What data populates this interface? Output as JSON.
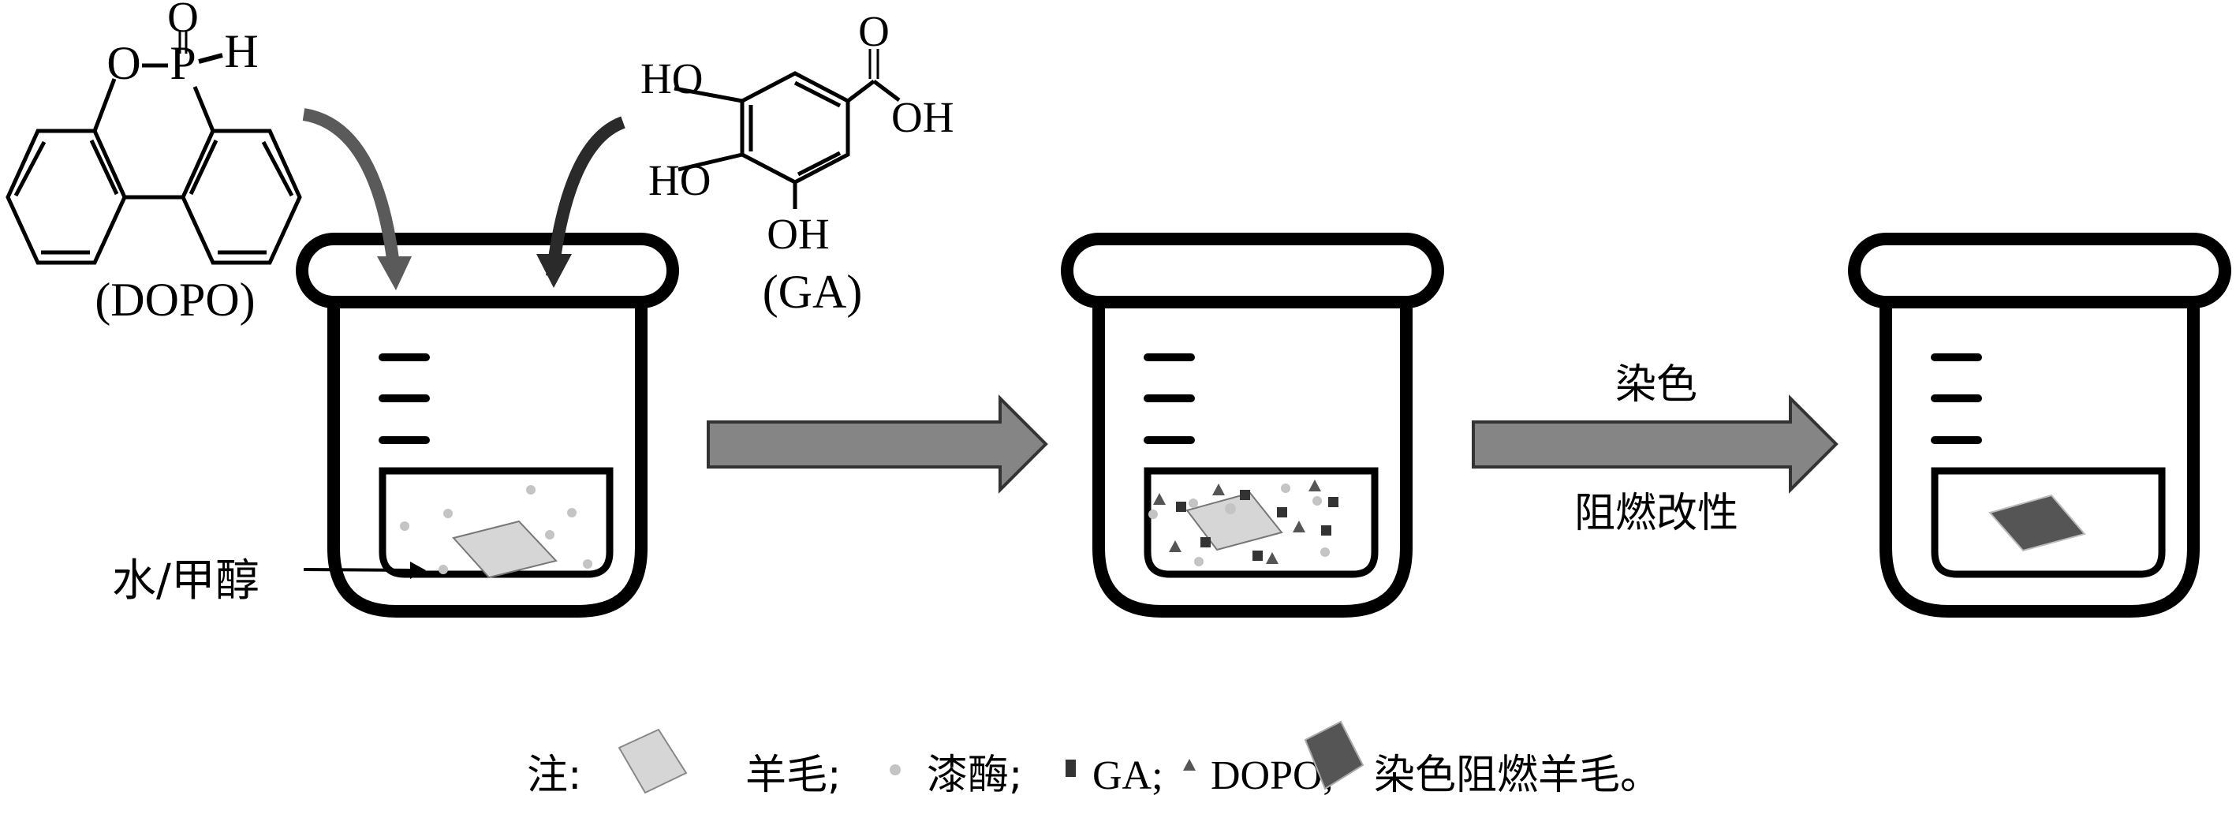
{
  "molecules": {
    "dopo": {
      "name": "(DOPO)",
      "atoms": {
        "o_double": "O",
        "o_ring": "O",
        "p": "P",
        "h": "H"
      }
    },
    "ga": {
      "name": "(GA)",
      "atoms": {
        "ho_top": "HO",
        "ho_mid": "HO",
        "oh_bottom": "OH",
        "o_carbonyl": "O",
        "oh_acid": "OH"
      }
    }
  },
  "steps": {
    "solvent_label": "水/甲醇",
    "process_label_top": "染色",
    "process_label_bottom": "阻燃改性"
  },
  "legend": {
    "prefix": "注:",
    "items": [
      {
        "symbol": "wool-swatch",
        "label": "羊毛;",
        "color": "#d6d6d6"
      },
      {
        "symbol": "dot",
        "label": "漆酶;",
        "color": "#c4c4c4"
      },
      {
        "symbol": "square",
        "label": "GA;",
        "color": "#333333"
      },
      {
        "symbol": "triangle",
        "label": "DOPO;",
        "color": "#555555"
      },
      {
        "symbol": "dyed-swatch",
        "label": "染色阻燃羊毛。",
        "color": "#555555"
      }
    ]
  },
  "colors": {
    "outline": "#000000",
    "process_arrow": "#858585",
    "dopo_arrow": "#5a5a5a",
    "ga_arrow": "#2a2a2a"
  }
}
